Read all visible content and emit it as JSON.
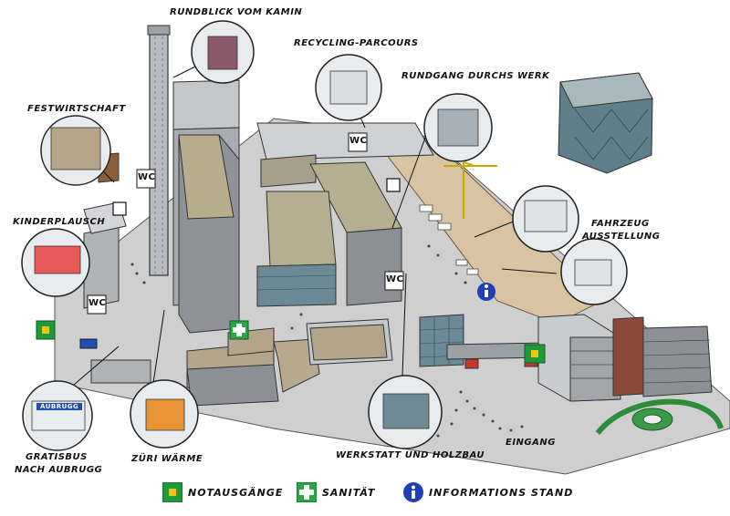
{
  "labels": {
    "rundblick": "Rundblick vom Kamin",
    "recycling": "Recycling-Parcours",
    "rundgang": "Rundgang durchs Werk",
    "festwirtschaft": "Festwirtschaft",
    "kinderplausch": "Kinderplausch",
    "fahrzeug": "Fahrzeug",
    "ausstellung": "Ausstellung",
    "gratisbus": "Gratisbus",
    "nach_aubrugg": "nach Aubrugg",
    "zueri_waerme": "Züri Wärme",
    "werkstatt": "Werkstatt und Holzbau",
    "eingang": "Eingang"
  },
  "signs": {
    "wc": "WC",
    "bus_sign": "Aubrugg"
  },
  "legend": {
    "notausgaenge": "Notausgänge",
    "sanitaet": "Sanität",
    "informationsstand": "Informations Stand"
  },
  "colors": {
    "emergency_green": "#1f9a3a",
    "sanitary_green": "#2aa845",
    "info_blue": "#1f3fb8",
    "ground": "#c9c9c9",
    "sand": "#d8c4a3",
    "roof": "#a8a08a",
    "building": "#9aa0a6",
    "glass": "#6b8a95"
  },
  "icons": [
    "emergency-exit-icon",
    "first-aid-icon",
    "info-icon",
    "wc-icon",
    "restaurant-icon",
    "crane-icon"
  ]
}
